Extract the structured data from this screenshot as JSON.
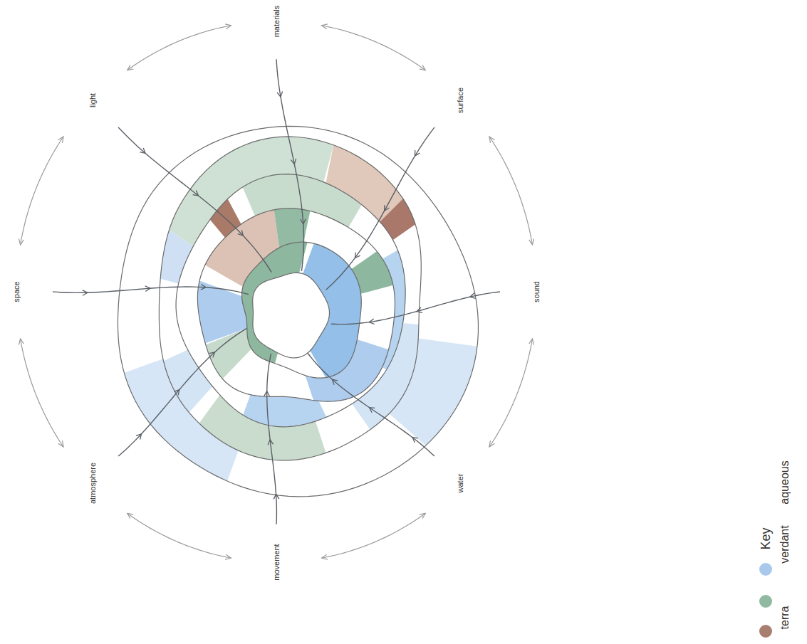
{
  "diagram": {
    "labels": [
      "materials",
      "surface",
      "sound",
      "water",
      "movement",
      "atmosphere",
      "space",
      "light",
      "Key"
    ],
    "legend": [
      {
        "text": "aqueous",
        "color": "#a8c9ec"
      },
      {
        "text": "verdant",
        "color": "#8fb9a0"
      },
      {
        "text": "terra",
        "color": "#a87e70"
      }
    ]
  }
}
